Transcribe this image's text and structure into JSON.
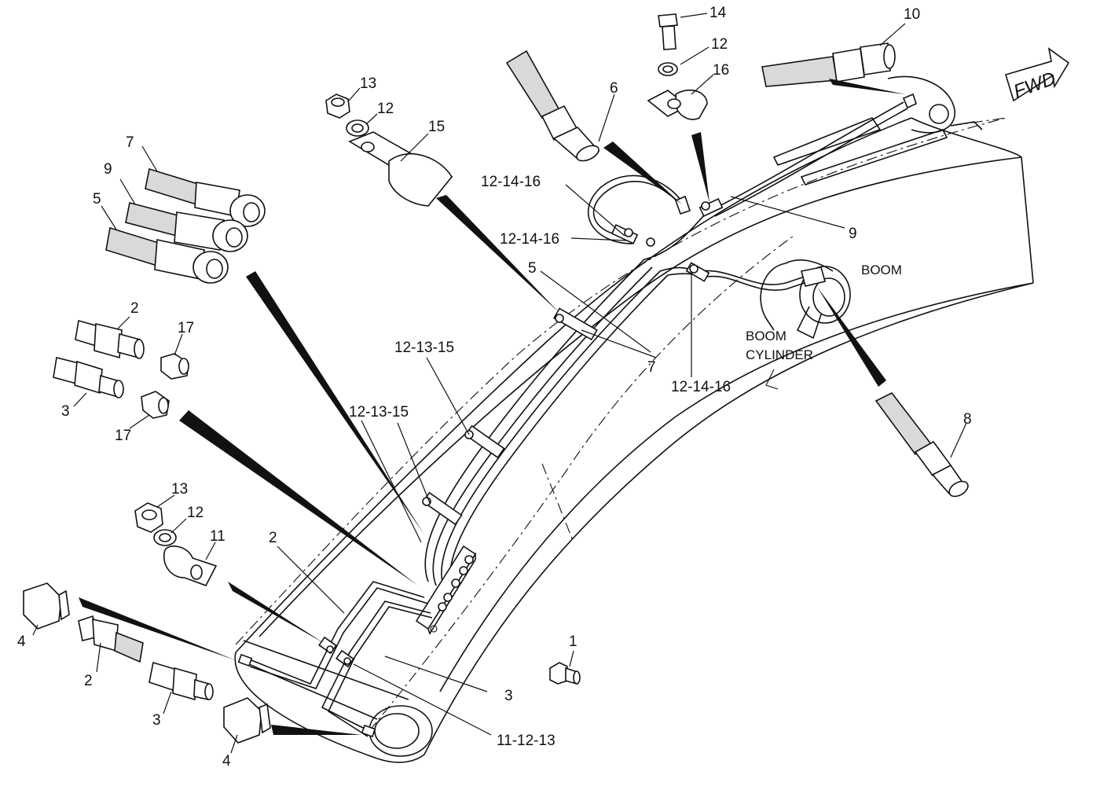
{
  "direction_label": "FWD",
  "component_labels": {
    "boom": "BOOM",
    "boom_cylinder_line1": "BOOM",
    "boom_cylinder_line2": "CYLINDER"
  },
  "callouts": {
    "c1": "1",
    "c2a": "2",
    "c2b": "2",
    "c2c": "2",
    "c3a": "3",
    "c3b": "3",
    "c3c": "3",
    "c4a": "4",
    "c4b": "4",
    "c5a": "5",
    "c5b": "5",
    "c6": "6",
    "c7a": "7",
    "c7b": "7",
    "c8": "8",
    "c9a": "9",
    "c9b": "9",
    "c10": "10",
    "c11": "11",
    "c12a": "12",
    "c12b": "12",
    "c12c": "12",
    "c13a": "13",
    "c13b": "13",
    "c14": "14",
    "c15": "15",
    "c16": "16",
    "c17a": "17",
    "c17b": "17",
    "c1213_15a": "12-13-15",
    "c1213_15b": "12-13-15",
    "c1214_16a": "12-14-16",
    "c1214_16b": "12-14-16",
    "c1214_16c": "12-14-16",
    "c11_12_13": "11-12-13"
  }
}
